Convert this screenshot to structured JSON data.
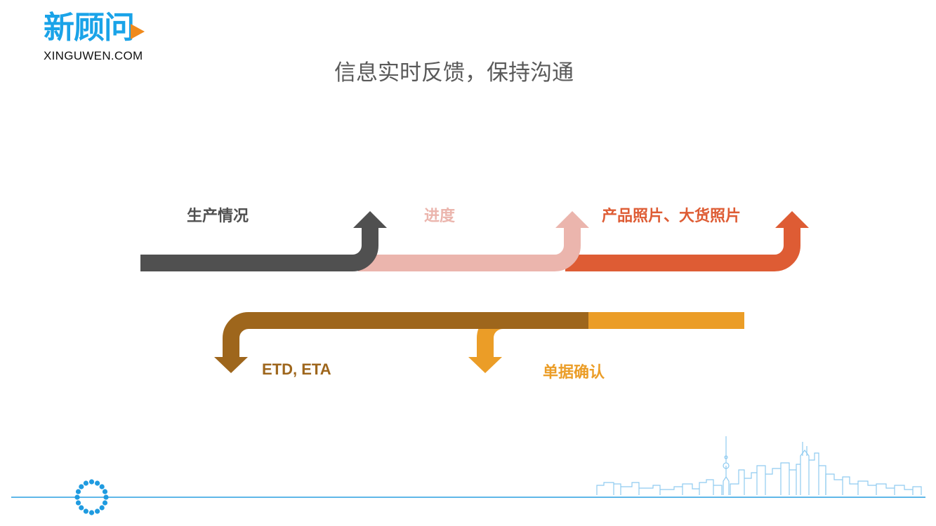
{
  "logo": {
    "name_cn": "新顾问",
    "domain": "XINGUWEN.COM"
  },
  "title": "信息实时反馈，保持沟通",
  "steps": [
    {
      "label": "生产情况",
      "color": "#505050"
    },
    {
      "label": "进度",
      "color": "#ebb5ad"
    },
    {
      "label": "产品照片、大货照片",
      "color": "#de5c34"
    },
    {
      "label": "单据确认",
      "color": "#eb9d27"
    },
    {
      "label": "ETD, ETA",
      "color": "#9e661c"
    }
  ],
  "colors": {
    "brand": "#1aa3e8",
    "footer_line": "#2a9fe0"
  },
  "icons": [
    "play-icon",
    "dotted-circle-icon",
    "city-skyline-illustration"
  ]
}
